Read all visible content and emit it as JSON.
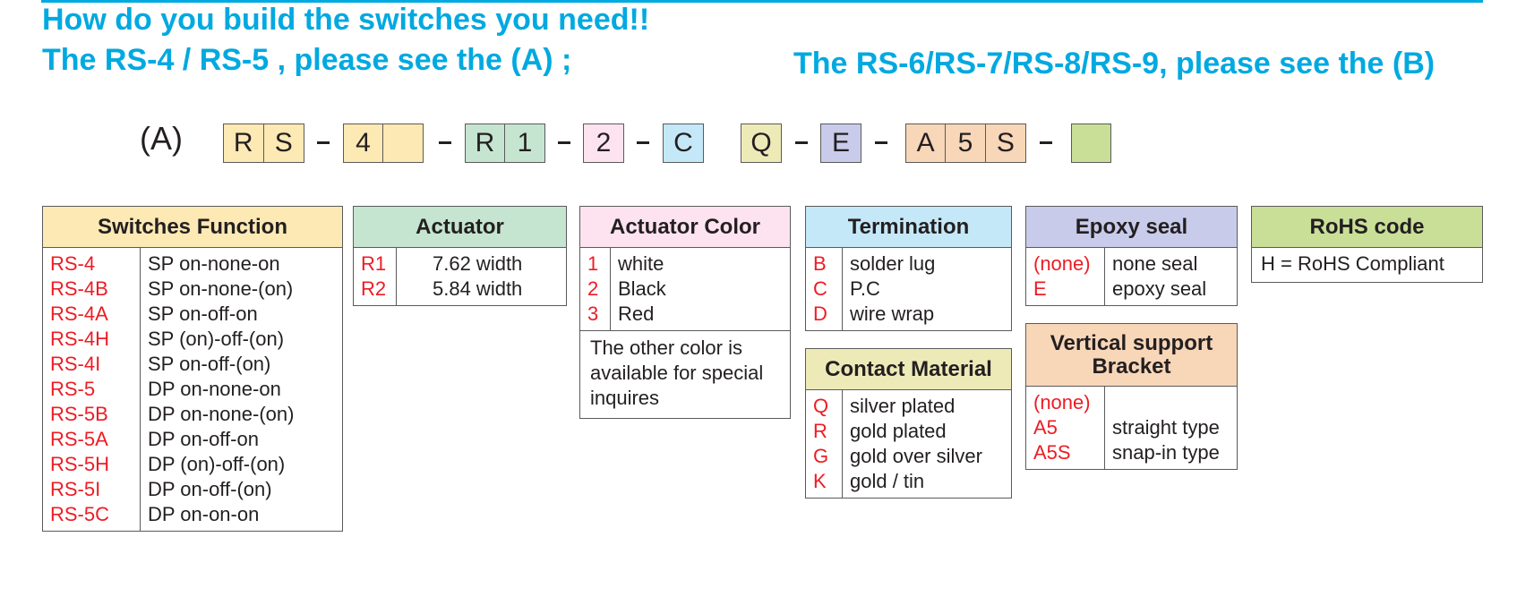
{
  "heading": {
    "line1": "How do you build the switches you need!!",
    "line2a": "The RS-4 / RS-5 , please see the (A) ;",
    "line2b": "The RS-6/RS-7/RS-8/RS-9, please see the (B)"
  },
  "code": {
    "label": "(A)",
    "groups": [
      [
        "R",
        "S"
      ],
      [
        "4",
        ""
      ],
      [
        "R",
        "1"
      ],
      [
        "2"
      ],
      [
        "C"
      ],
      [
        "Q"
      ],
      [
        "E"
      ],
      [
        "A",
        "5",
        "S"
      ],
      [
        ""
      ]
    ]
  },
  "switches_function": {
    "title": "Switches Function",
    "rows": [
      {
        "code": "RS-4",
        "desc": "SP  on-none-on"
      },
      {
        "code": "RS-4B",
        "desc": "SP  on-none-(on)"
      },
      {
        "code": "RS-4A",
        "desc": "SP  on-off-on"
      },
      {
        "code": "RS-4H",
        "desc": "SP  (on)-off-(on)"
      },
      {
        "code": "RS-4I",
        "desc": "SP  on-off-(on)"
      },
      {
        "code": "RS-5",
        "desc": "DP  on-none-on"
      },
      {
        "code": "RS-5B",
        "desc": "DP  on-none-(on)"
      },
      {
        "code": "RS-5A",
        "desc": "DP  on-off-on"
      },
      {
        "code": "RS-5H",
        "desc": "DP  (on)-off-(on)"
      },
      {
        "code": "RS-5I",
        "desc": "DP  on-off-(on)"
      },
      {
        "code": "RS-5C",
        "desc": "DP on-on-on"
      }
    ]
  },
  "actuator": {
    "title": "Actuator",
    "rows": [
      {
        "code": "R1",
        "desc": "7.62  width"
      },
      {
        "code": "R2",
        "desc": "5.84  width"
      }
    ]
  },
  "actuator_color": {
    "title": "Actuator Color",
    "rows": [
      {
        "code": "1",
        "desc": "white"
      },
      {
        "code": "2",
        "desc": "Black"
      },
      {
        "code": "3",
        "desc": "Red"
      }
    ],
    "note": [
      "The other color is",
      "available for special",
      "inquires"
    ]
  },
  "termination": {
    "title": "Termination",
    "rows": [
      {
        "code": "B",
        "desc": "solder lug"
      },
      {
        "code": "C",
        "desc": "P.C"
      },
      {
        "code": "D",
        "desc": "wire wrap"
      }
    ]
  },
  "contact_material": {
    "title": "Contact Material",
    "rows": [
      {
        "code": "Q",
        "desc": "silver plated"
      },
      {
        "code": "R",
        "desc": "gold plated"
      },
      {
        "code": "G",
        "desc": "gold over silver"
      },
      {
        "code": "K",
        "desc": "gold / tin"
      }
    ]
  },
  "epoxy_seal": {
    "title": "Epoxy seal",
    "rows": [
      {
        "code": "(none)",
        "desc": "none seal"
      },
      {
        "code": "E",
        "desc": "epoxy seal"
      }
    ]
  },
  "vertical_support": {
    "title_line1": "Vertical support",
    "title_line2": "Bracket",
    "rows": [
      {
        "code": "(none)",
        "desc": ""
      },
      {
        "code": "A5",
        "desc": "straight type"
      },
      {
        "code": "A5S",
        "desc": "snap-in type"
      }
    ]
  },
  "rohs": {
    "title": "RoHS code",
    "line": "H  = RoHS Compliant"
  },
  "colors": {
    "heading": "#00a9e0",
    "code_red": "#ed1c24"
  }
}
